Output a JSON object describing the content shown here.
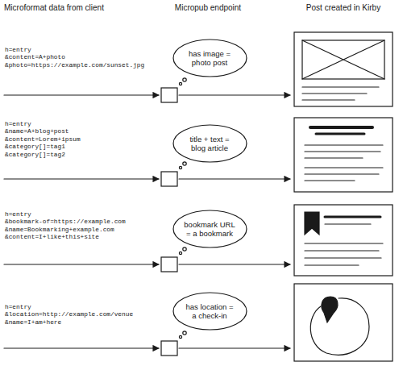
{
  "diagram": {
    "nodes": [
      {
        "text": [
          "has image = photo post"
        ]
      },
      {
        "text": [
          "title + text = blog article"
        ]
      },
      {
        "text": [
          "bookmark URL = a bookmark"
        ]
      },
      {
        "text": [
          "has location = a check-in"
        ]
      }
    ],
    "labels": [
      "Microformat data from client",
      "Micropub endpoint",
      "Post created in Kirby",
      "h=entry &content=A+photo &photo=https://example.com/sunset.jpg",
      "h=entry &name=A+blog+post &content=Lorem+ipsum &category[]=tag1 &category[]=tag2",
      "h=entry &bookmark-of=https://example.com &name=Bookmarking+example.com &content=I+like+this+site",
      "h=entry &location=http://example.com/venue &name=I+am+here"
    ]
  }
}
